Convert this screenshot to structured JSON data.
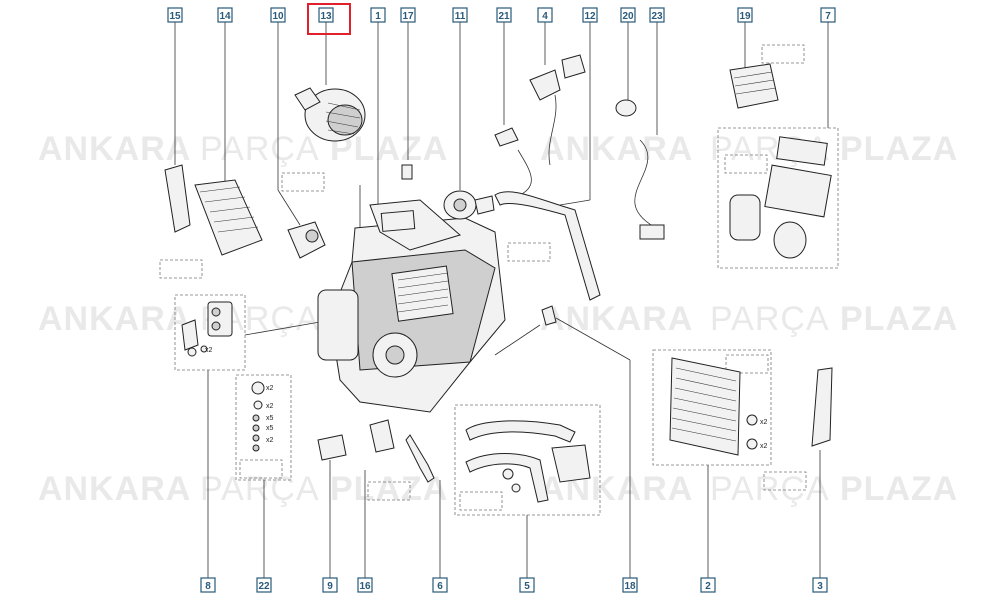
{
  "watermark": {
    "word1": "ANKARA",
    "word2": "PARÇA",
    "word3": "PLAZA"
  },
  "highlight_color": "#e0202a",
  "callout_color": "#2a5a7a",
  "top_callouts": [
    "15",
    "14",
    "10",
    "13",
    "1",
    "17",
    "11",
    "21",
    "4",
    "12",
    "20",
    "23",
    "19",
    "7"
  ],
  "bottom_callouts": [
    "8",
    "22",
    "9",
    "16",
    "6",
    "5",
    "18",
    "2",
    "3"
  ],
  "highlighted_callout": "13",
  "quantities": [
    "x2",
    "x2",
    "x2",
    "x5",
    "x5",
    "x2",
    "x2",
    "x2"
  ]
}
